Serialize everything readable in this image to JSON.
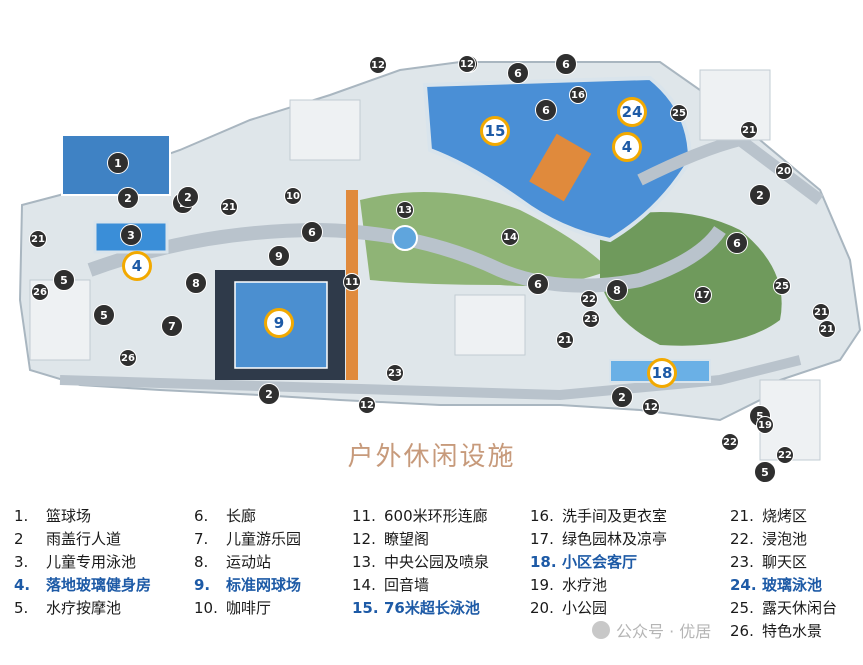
{
  "map_title": "户外休闲设施",
  "colors": {
    "water": "#4a8fd6",
    "court": "#3f82c4",
    "path": "#b9c3cc",
    "grass": "#7ea86b",
    "deck": "#e08a3c",
    "building": "#e8ecef",
    "highlight": "#1d5aa6",
    "ring": "#f2a900"
  },
  "markers": [
    {
      "label": "1",
      "style": "dark"
    },
    {
      "label": "2",
      "style": "dark"
    },
    {
      "label": "3",
      "style": "dark"
    },
    {
      "label": "4",
      "style": "big"
    },
    {
      "label": "21",
      "style": "dark"
    },
    {
      "label": "5",
      "style": "dark"
    },
    {
      "label": "26",
      "style": "dark"
    },
    {
      "label": "5",
      "style": "dark"
    },
    {
      "label": "7",
      "style": "dark"
    },
    {
      "label": "26",
      "style": "dark"
    },
    {
      "label": "8",
      "style": "dark"
    },
    {
      "label": "9",
      "style": "dark"
    },
    {
      "label": "9",
      "style": "big"
    },
    {
      "label": "10",
      "style": "dark"
    },
    {
      "label": "21",
      "style": "dark"
    },
    {
      "label": "6",
      "style": "dark"
    },
    {
      "label": "11",
      "style": "dark"
    },
    {
      "label": "13",
      "style": "dark"
    },
    {
      "label": "12",
      "style": "dark"
    },
    {
      "label": "12",
      "style": "dark"
    },
    {
      "label": "15",
      "style": "big"
    },
    {
      "label": "16",
      "style": "dark"
    },
    {
      "label": "6",
      "style": "dark"
    },
    {
      "label": "6",
      "style": "dark"
    },
    {
      "label": "24",
      "style": "big"
    },
    {
      "label": "4",
      "style": "big"
    },
    {
      "label": "25",
      "style": "dark"
    },
    {
      "label": "21",
      "style": "dark"
    },
    {
      "label": "20",
      "style": "dark"
    },
    {
      "label": "2",
      "style": "dark"
    },
    {
      "label": "14",
      "style": "dark"
    },
    {
      "label": "6",
      "style": "dark"
    },
    {
      "label": "6",
      "style": "dark"
    },
    {
      "label": "8",
      "style": "dark"
    },
    {
      "label": "17",
      "style": "dark"
    },
    {
      "label": "25",
      "style": "dark"
    },
    {
      "label": "21",
      "style": "dark"
    },
    {
      "label": "21",
      "style": "dark"
    },
    {
      "label": "22",
      "style": "dark"
    },
    {
      "label": "23",
      "style": "dark"
    },
    {
      "label": "21",
      "style": "dark"
    },
    {
      "label": "18",
      "style": "big"
    },
    {
      "label": "23",
      "style": "dark"
    },
    {
      "label": "2",
      "style": "dark"
    },
    {
      "label": "12",
      "style": "dark"
    },
    {
      "label": "12",
      "style": "dark"
    },
    {
      "label": "2",
      "style": "dark"
    },
    {
      "label": "5",
      "style": "dark"
    },
    {
      "label": "22",
      "style": "dark"
    },
    {
      "label": "19",
      "style": "dark"
    },
    {
      "label": "22",
      "style": "dark"
    },
    {
      "label": "5",
      "style": "dark"
    },
    {
      "label": "12",
      "style": "dark"
    },
    {
      "label": "2",
      "style": "dark"
    },
    {
      "label": "6",
      "style": "dark"
    },
    {
      "label": "2",
      "style": "dark"
    }
  ],
  "legend": [
    [
      {
        "num": "1.",
        "text": "篮球场",
        "hl": false
      },
      {
        "num": "2",
        "text": "雨盖行人道",
        "hl": false
      },
      {
        "num": "3.",
        "text": "儿童专用泳池",
        "hl": false
      },
      {
        "num": "4.",
        "text": "落地玻璃健身房",
        "hl": true
      },
      {
        "num": "5.",
        "text": "水疗按摩池",
        "hl": false
      }
    ],
    [
      {
        "num": "6.",
        "text": "长廊",
        "hl": false
      },
      {
        "num": "7.",
        "text": "儿童游乐园",
        "hl": false
      },
      {
        "num": "8.",
        "text": "运动站",
        "hl": false
      },
      {
        "num": "9.",
        "text": "标准网球场",
        "hl": true
      },
      {
        "num": "10.",
        "text": "咖啡厅",
        "hl": false
      }
    ],
    [
      {
        "num": "11.",
        "text": "600米环形连廊",
        "hl": false
      },
      {
        "num": "12.",
        "text": "瞭望阁",
        "hl": false
      },
      {
        "num": "13.",
        "text": "中央公园及喷泉",
        "hl": false
      },
      {
        "num": "14.",
        "text": "回音墙",
        "hl": false
      },
      {
        "num": "15.",
        "text": "76米超长泳池",
        "hl": true
      }
    ],
    [
      {
        "num": "16.",
        "text": "洗手间及更衣室",
        "hl": false
      },
      {
        "num": "17.",
        "text": "绿色园林及凉亭",
        "hl": false
      },
      {
        "num": "18.",
        "text": "小区会客厅",
        "hl": true
      },
      {
        "num": "19.",
        "text": "水疗池",
        "hl": false
      },
      {
        "num": "20.",
        "text": "小公园",
        "hl": false
      }
    ],
    [
      {
        "num": "21.",
        "text": "烧烤区",
        "hl": false
      },
      {
        "num": "22.",
        "text": "浸泡池",
        "hl": false
      },
      {
        "num": "23.",
        "text": "聊天区",
        "hl": false
      },
      {
        "num": "24.",
        "text": "玻璃泳池",
        "hl": true
      },
      {
        "num": "25.",
        "text": "露天休闲台",
        "hl": false
      },
      {
        "num": "26.",
        "text": "特色水景",
        "hl": false
      }
    ]
  ],
  "watermark": "公众号 · 优居"
}
